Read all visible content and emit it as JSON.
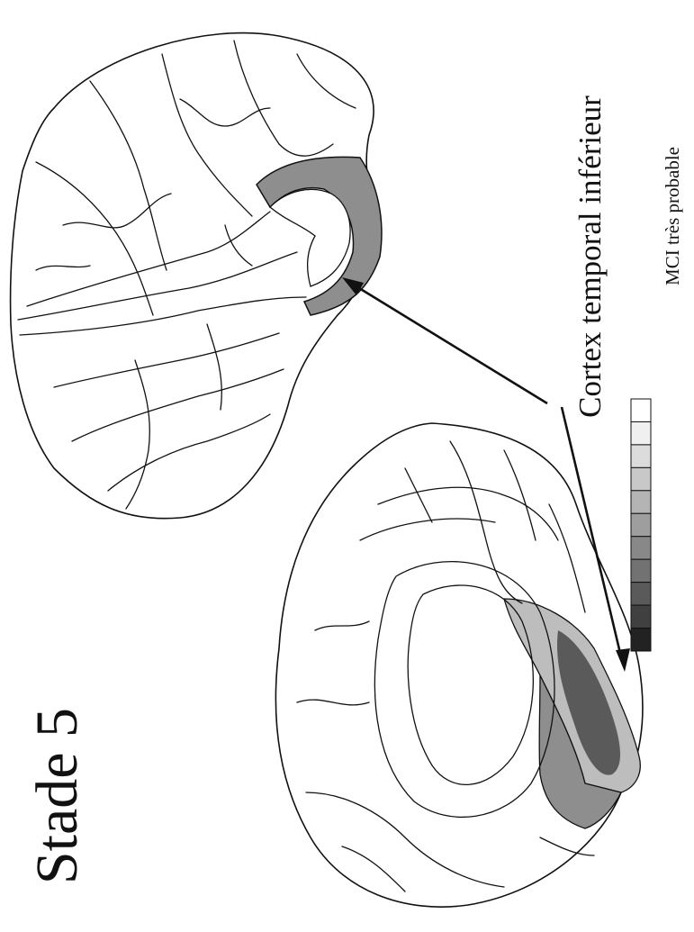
{
  "stage_title": "Stade 5",
  "region_label": "Cortex temporal  inférieur",
  "status_label": "MCI très probable",
  "colors": {
    "outline": "#111111",
    "background": "#ffffff",
    "region_dark": "#5a5a5a",
    "region_mid": "#8e8e8e",
    "region_light": "#bdbdbd"
  },
  "grayscale_scale": {
    "steps": [
      "#ffffff",
      "#f0f0f0",
      "#dcdcdc",
      "#c8c8c8",
      "#b4b4b4",
      "#9e9e9e",
      "#888888",
      "#727272",
      "#5a5a5a",
      "#404040",
      "#222222"
    ]
  },
  "views": [
    {
      "name": "lateral-hemisphere",
      "highlighted_region": "Cortex temporal  inférieur",
      "shade": "#8e8e8e"
    },
    {
      "name": "medial-hemisphere",
      "highlighted_region": "Cortex temporal  inférieur",
      "shade_levels": [
        "#bdbdbd",
        "#8e8e8e",
        "#5a5a5a"
      ]
    }
  ]
}
